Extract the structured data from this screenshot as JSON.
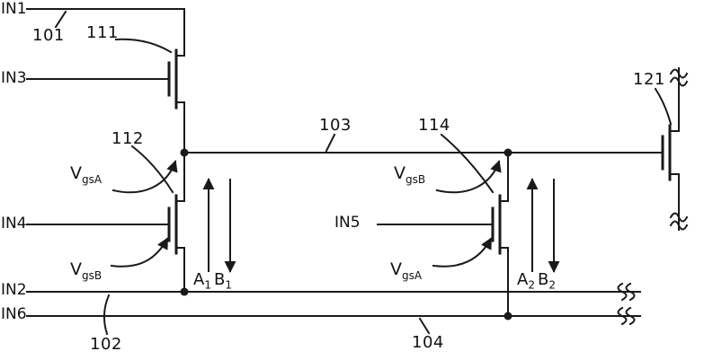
{
  "ink_color": "#1a1a1a",
  "labels": {
    "in1": "IN1",
    "in2": "IN2",
    "in3": "IN3",
    "in4": "IN4",
    "in5": "IN5",
    "in6": "IN6",
    "ref_101": "101",
    "ref_102": "102",
    "ref_103": "103",
    "ref_104": "104",
    "ref_111": "111",
    "ref_112": "112",
    "ref_114": "114",
    "ref_121": "121"
  },
  "vgs": {
    "base": "V",
    "left_upper_sub": "gsA",
    "left_lower_sub": "gsB",
    "right_upper_sub": "gsB",
    "right_lower_sub": "gsA"
  },
  "signals": {
    "a1": {
      "base": "A",
      "sub": "1"
    },
    "b1": {
      "base": "B",
      "sub": "1"
    },
    "a2": {
      "base": "A",
      "sub": "2"
    },
    "b2": {
      "base": "B",
      "sub": "2"
    }
  }
}
